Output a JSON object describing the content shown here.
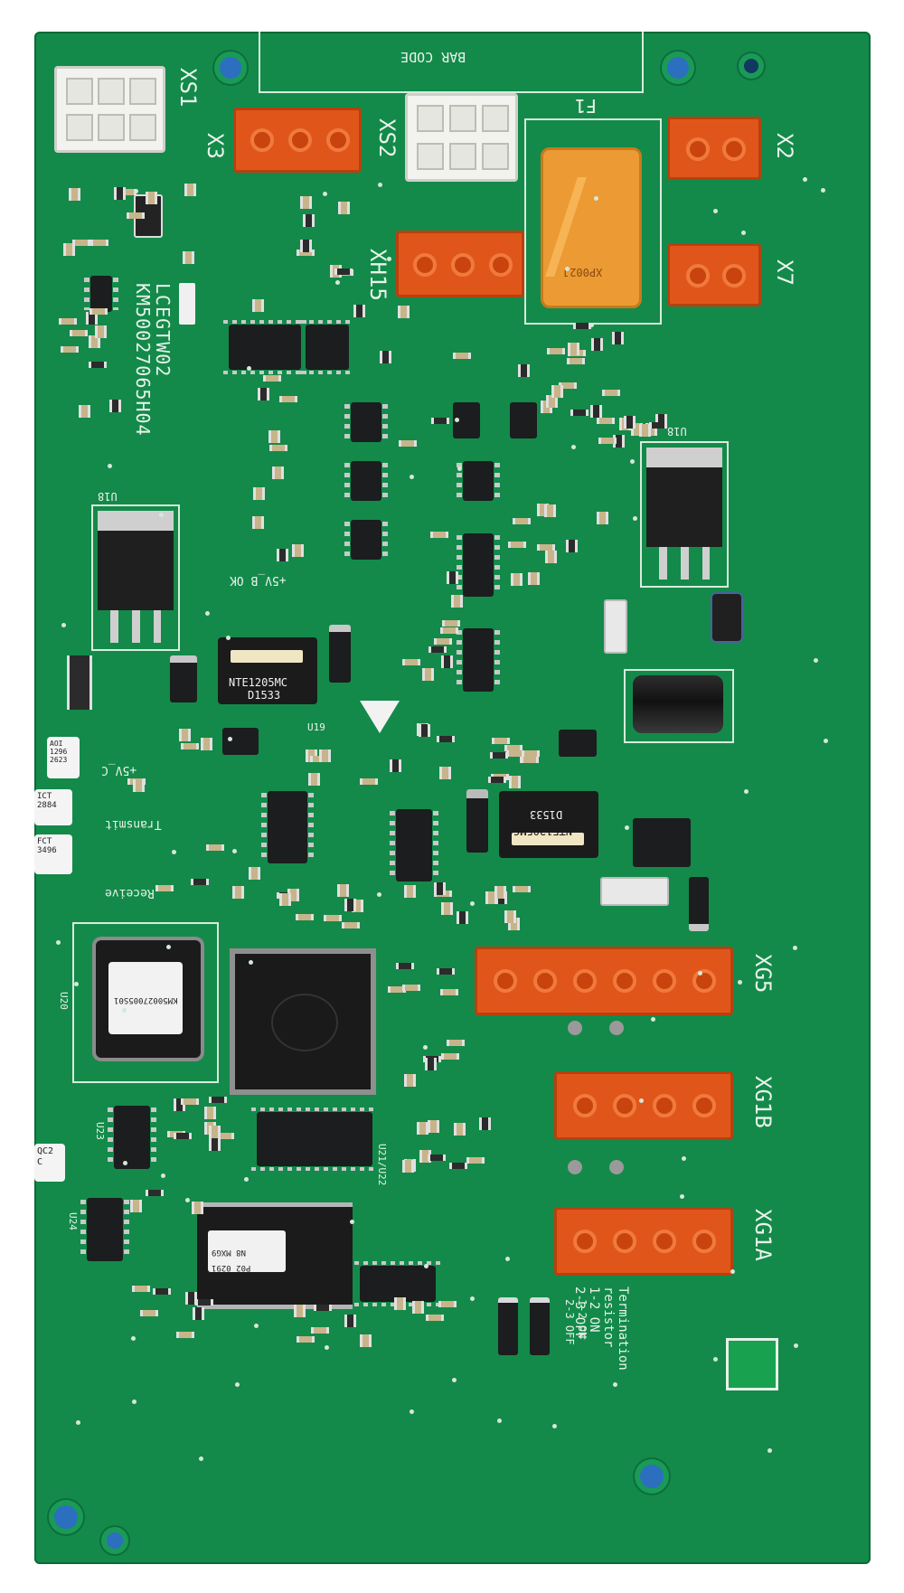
{
  "board": {
    "bar_code_label": "BAR CODE",
    "part_name": "LCEGTW02",
    "part_number": "KM50027065H04",
    "fuse_label": "F1",
    "fuse_marking": "XP002J",
    "connectors": {
      "xs1": "XS1",
      "x3": "X3",
      "xs2": "XS2",
      "x2": "X2",
      "x7": "X7",
      "xh15": "XH15",
      "xg5": "XG5",
      "xg1b": "XG1B",
      "xg1a": "XG1A"
    },
    "ic_labels": {
      "u18_left": "U18",
      "u18_right": "U18",
      "u19": "U19",
      "u20": "U20",
      "u23": "U23",
      "u24": "U24",
      "u21_u22": "U21/U22",
      "dcdc_1": "NTE1205MC",
      "dcdc_1_code": "D1533",
      "dcdc_2": "NTE1205MC",
      "dcdc_2_code": "D1533"
    },
    "silk_text": {
      "plus5v_ok": "+5V_B OK",
      "plus5v_c": "+5V_C",
      "transmit": "Transmit",
      "receive": "Receive",
      "termination_1": "Termination",
      "termination_2": "resistor",
      "termination_3": "1-2 ON",
      "termination_4": "2-3 OFF",
      "jumper_1_2_on": "1-2 ON",
      "jumper_2_3_off": "2-3 OFF"
    },
    "stickers": {
      "aoi": "AOI\n1296\n2623",
      "ict": "ICT\n2884",
      "fct": "FCT\n3496",
      "qc": "QC2\nC"
    },
    "chip_labels": {
      "flash": "KM50027005S01",
      "micro_1": "N8 MXG9",
      "micro_2": "P02 0291"
    }
  }
}
